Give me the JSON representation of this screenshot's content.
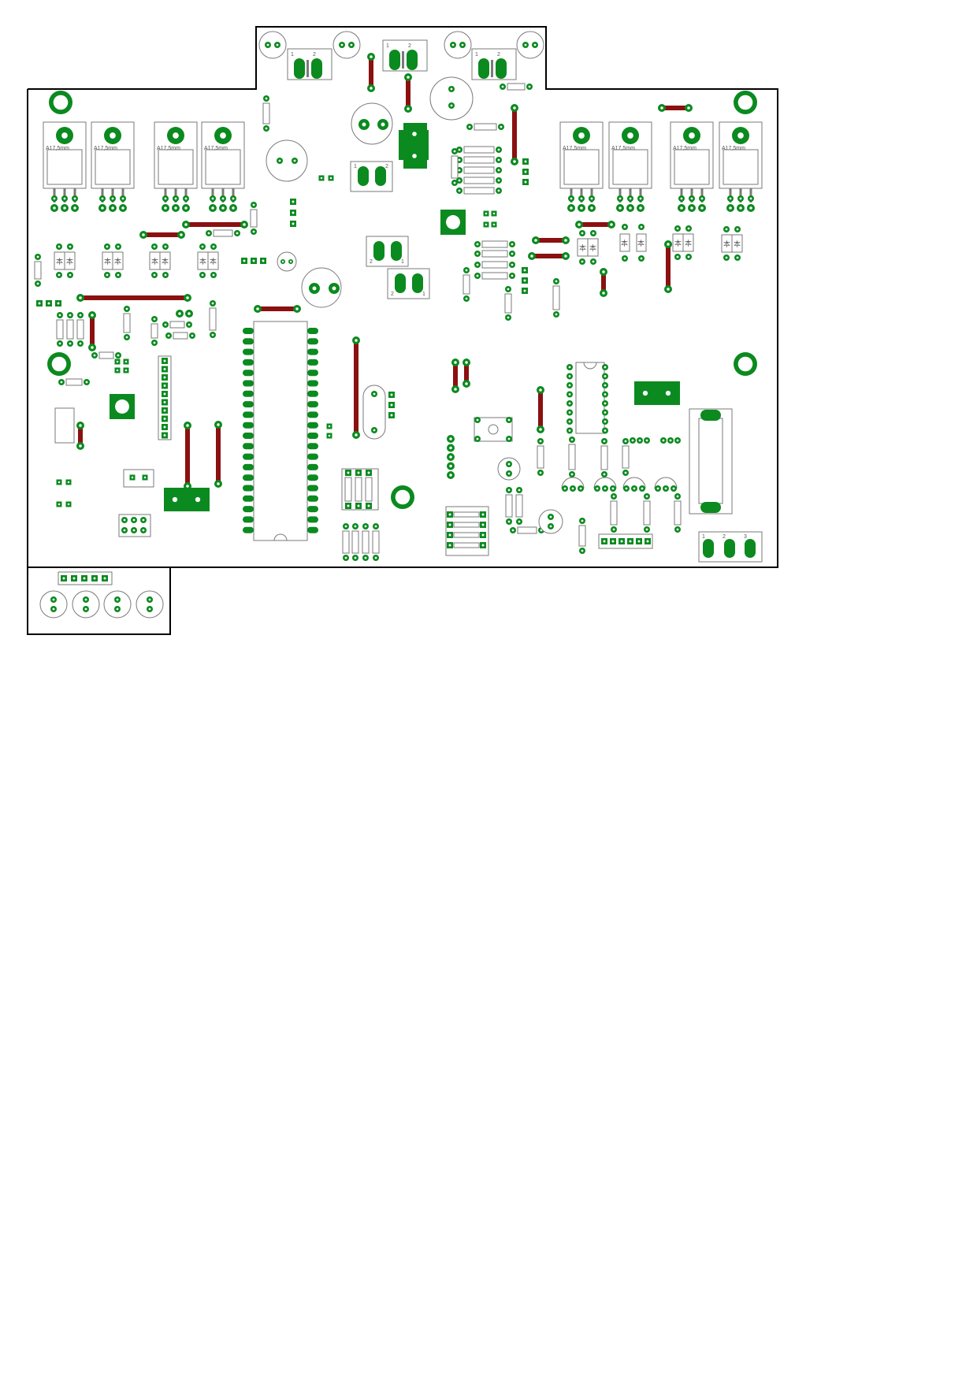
{
  "colors": {
    "background": "#ffffff",
    "outline": "#000000",
    "pad": "#0b8a1f",
    "drill": "#ffffff",
    "jumper": "#8b1010",
    "silkscreen": "#7a7a7a",
    "component_fill": "#ffffff"
  },
  "labels": {
    "regulator_label": "A17,5mm",
    "pin_one": "1",
    "pin_two": "2",
    "pin_three": "3",
    "diode_marking": "本"
  }
}
